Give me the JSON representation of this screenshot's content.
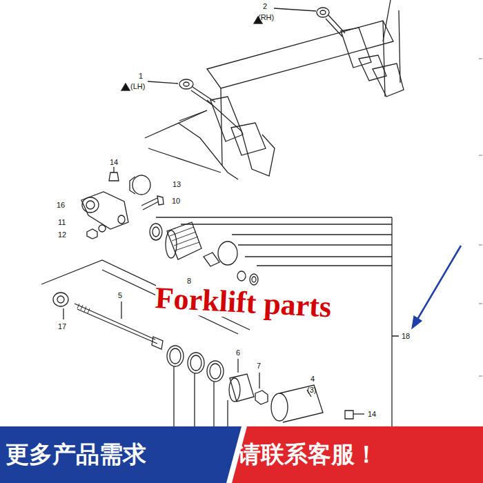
{
  "diagram": {
    "nodes": [
      {
        "text": [
          "更多产品需求"
        ]
      },
      {
        "text": [
          "请联系客服！"
        ]
      }
    ],
    "edges": [],
    "labels": [
      "2",
      "(RH)",
      "1",
      "(LH)",
      "14",
      "13",
      "16",
      "10",
      "11",
      "12",
      "8",
      "5",
      "17",
      "Forklift parts",
      "18",
      "6",
      "7",
      "4",
      "(3)",
      "14"
    ]
  }
}
